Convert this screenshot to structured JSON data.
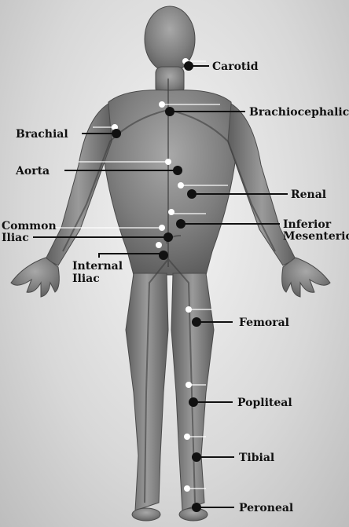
{
  "diagram": {
    "labels": {
      "carotid": "Carotid",
      "brachiocephalic": "Brachiocephalic",
      "brachial": "Brachial",
      "aorta": "Aorta",
      "renal": "Renal",
      "inferior_mesenteric_1": "Inferior",
      "inferior_mesenteric_2": "Mesenteric",
      "common_iliac_1": "Common",
      "common_iliac_2": "Iliac",
      "internal_iliac_1": "Internal",
      "internal_iliac_2": "Iliac",
      "femoral": "Femoral",
      "popliteal": "Popliteal",
      "tibial": "Tibial",
      "peroneal": "Peroneal"
    },
    "colors": {
      "background": "#d8d8d8",
      "body": "#8a8a8a",
      "marker": "#111111",
      "label": "#111111",
      "white_marker": "#ffffff"
    },
    "icons": [
      "human-body-figure"
    ]
  }
}
